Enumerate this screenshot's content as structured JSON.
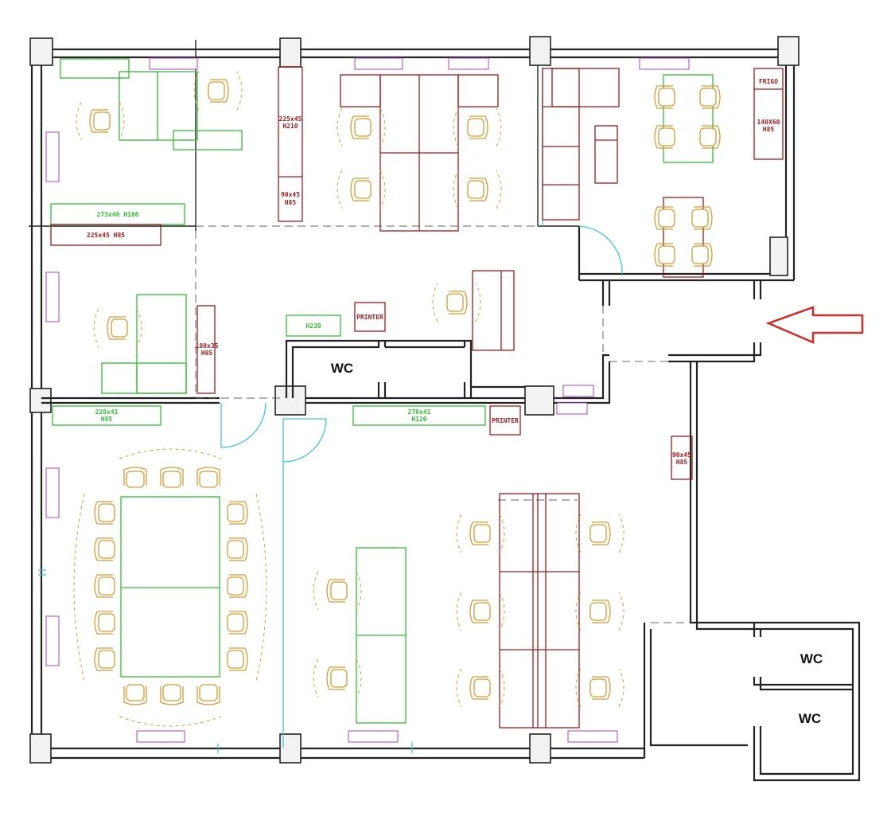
{
  "labels": {
    "wc": "WC",
    "printer": "PRINTER",
    "frigo": "FRIGO",
    "cab_225x45": "225x45",
    "cab_h210": "H210",
    "cab_90x45": "90x45",
    "cab_h85": "H85",
    "shelf_273": "273x40 H166",
    "shelf_225": "225x45 H85",
    "cab_180x35": "180x35",
    "cab_h85_b": "H85",
    "h230": "H230",
    "shelf_220": "220x41",
    "shelf_220_h": "H85",
    "shelf_270": "270x41",
    "shelf_270_h": "H120",
    "frigo_140": "140X60",
    "frigo_h": "H85",
    "cab_90x45_b": "90x45",
    "cab_h85_c": "H85"
  },
  "colors": {
    "wall": "#222222",
    "furniture_red": "#a21a1a",
    "furniture_green": "#2fbf2f",
    "chair": "#d99a30",
    "radiator": "#c84fd8",
    "door": "#39c7d6",
    "arrow": "#d0302a"
  }
}
